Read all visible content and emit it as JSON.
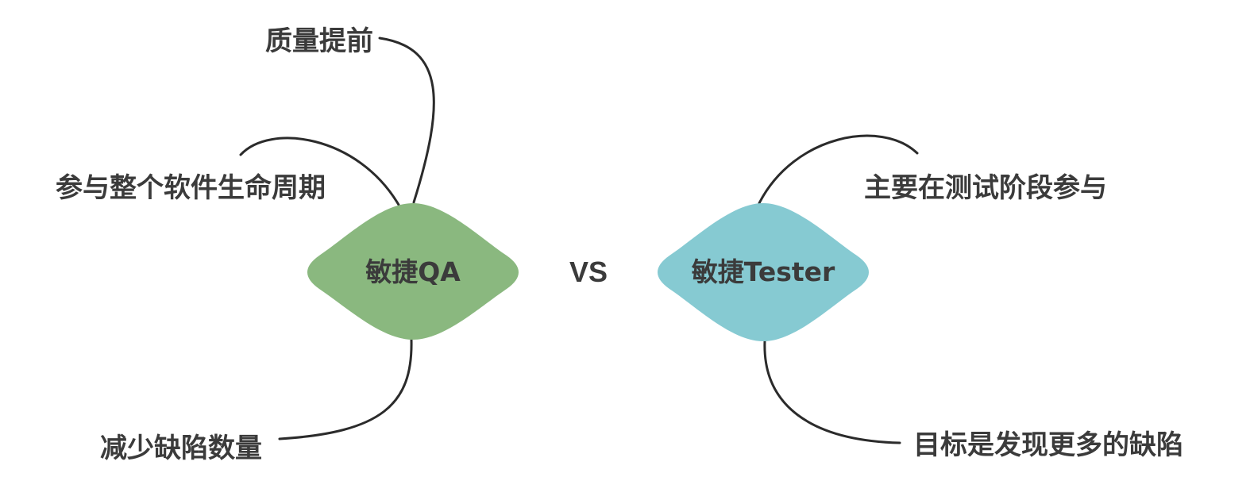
{
  "colors": {
    "qa_node": "#8ab87f",
    "tester_node": "#86cad2",
    "line": "#2b2b2b",
    "text": "#3b3b3b"
  },
  "left_node": {
    "label": "敏捷QA",
    "branches": [
      "质量提前",
      "参与整个软件生命周期",
      "减少缺陷数量"
    ]
  },
  "vs_label": "VS",
  "right_node": {
    "label": "敏捷Tester",
    "branches": [
      "主要在测试阶段参与",
      "目标是发现更多的缺陷"
    ]
  }
}
